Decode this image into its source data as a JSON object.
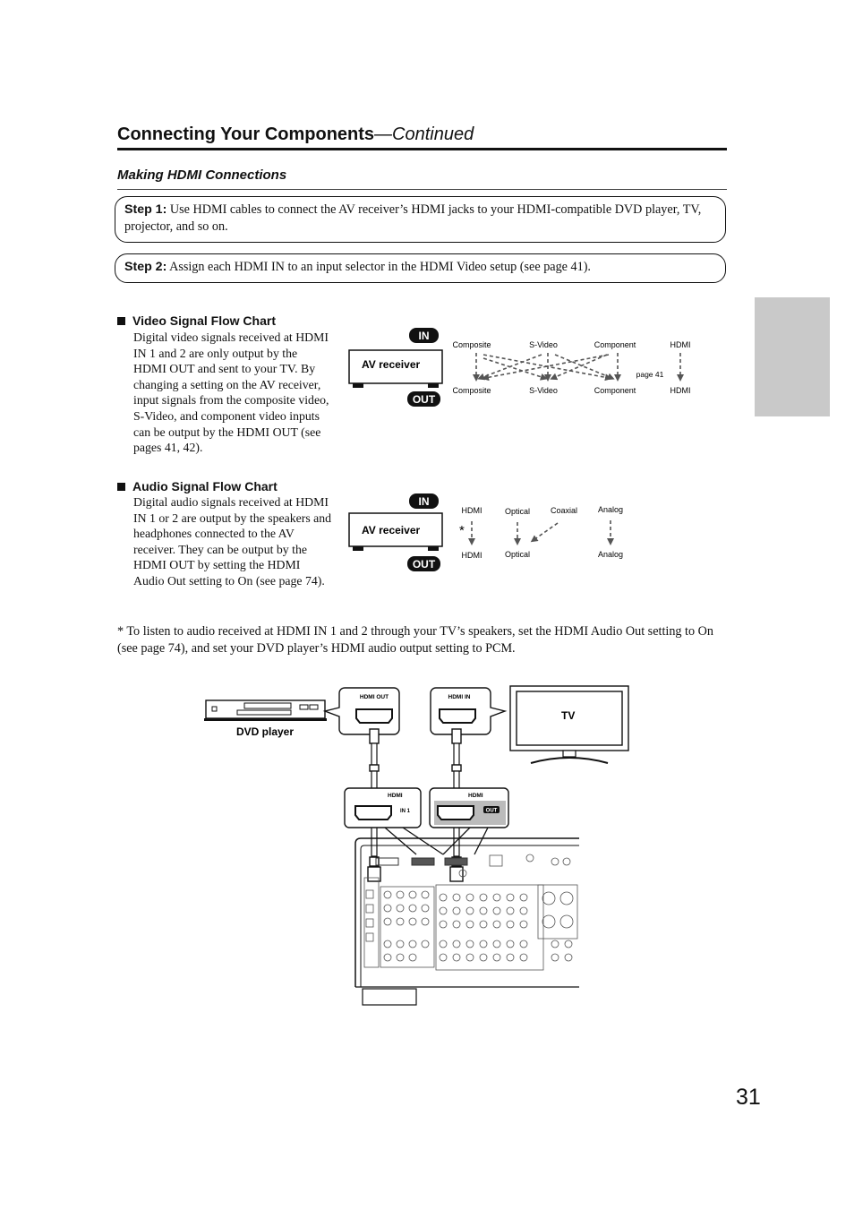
{
  "header": {
    "title": "Connecting Your Components",
    "continued": "—Continued"
  },
  "section_title": "Making HDMI Connections",
  "step1": {
    "label": "Step 1:",
    "text": "Use HDMI cables to connect the AV receiver’s HDMI jacks to your HDMI-compatible DVD player, TV, projector, and so on."
  },
  "step2": {
    "label": "Step 2:",
    "text": "Assign each HDMI IN to an input selector in the HDMI Video setup (see page 41)."
  },
  "video_chart": {
    "title": "Video Signal Flow Chart",
    "text": "Digital video signals received at HDMI IN 1 and 2 are only output by the HDMI OUT and sent to your TV. By changing a setting on the AV receiver, input signals from the composite video, S-Video, and component video inputs can be output by the HDMI OUT (see pages 41, 42).",
    "in_label": "IN",
    "out_label": "OUT",
    "box_label": "AV receiver",
    "inputs": [
      "Composite",
      "S-Video",
      "Component",
      "HDMI"
    ],
    "outputs": [
      "Composite",
      "S-Video",
      "Component",
      "HDMI"
    ],
    "note": "page 41"
  },
  "audio_chart": {
    "title": "Audio Signal Flow Chart",
    "text": "Digital audio signals received at HDMI IN 1 or 2 are output by the speakers and headphones connected to the AV receiver. They can be output by the HDMI OUT by setting the HDMI Audio Out setting to On (see page 74).",
    "in_label": "IN",
    "out_label": "OUT",
    "box_label": "AV receiver",
    "inputs": [
      "HDMI",
      "Optical",
      "Coaxial",
      "Analog"
    ],
    "outputs": [
      "HDMI",
      "Optical",
      "Analog"
    ],
    "asterisk": "*"
  },
  "footnote": "* To listen to audio received at HDMI IN 1 and 2 through your TV’s speakers, set the HDMI Audio Out setting to On (see page 74), and set your DVD player’s HDMI audio output setting to PCM.",
  "diagram": {
    "dvd_label": "DVD player",
    "tv_label": "TV",
    "dvd_port": "HDMI OUT",
    "tv_port": "HDMI IN",
    "rx_port1_label": "HDMI",
    "rx_port1_sub": "IN 1",
    "rx_port2_label": "HDMI",
    "rx_port2_sub": "OUT"
  },
  "page_number": "31"
}
